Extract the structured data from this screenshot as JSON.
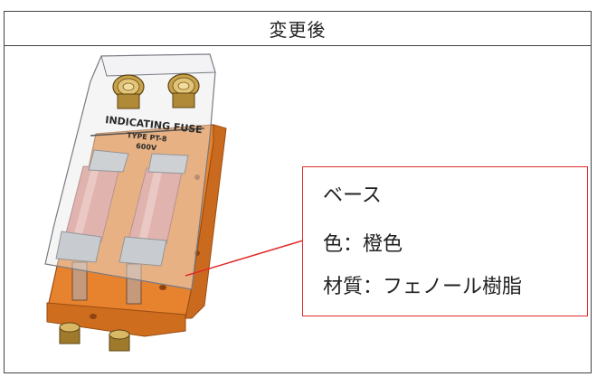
{
  "header": {
    "title": "変更後"
  },
  "callout": {
    "lines": [
      "ベース",
      "色：橙色",
      "材質：フェノール樹脂"
    ]
  },
  "product_label": {
    "line1": "INDICATING FUSE",
    "line2": "TYPE PT-8",
    "line3": "600V"
  },
  "colors": {
    "base": "#e7832e",
    "callout_border": "#e32b2b",
    "fuse_element": "#d9887d",
    "cover": "#e8e8ec"
  },
  "icons": {
    "terminal_screw": "terminal-screw-icon",
    "fuse_element": "fuse-element-icon"
  }
}
